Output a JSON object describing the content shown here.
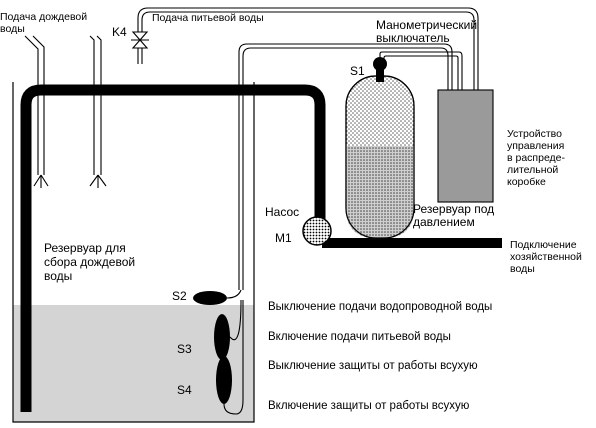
{
  "labels": {
    "rain_supply": [
      "Подача дождевой",
      "воды"
    ],
    "drinking_supply": "Подача питьевой воды",
    "valve_k4": "K4",
    "pressure_switch": [
      "Манометрический",
      "выключатель"
    ],
    "s1": "S1",
    "control_unit": [
      "Устройство",
      "управления",
      "в распреде-",
      "лительной",
      "коробке"
    ],
    "pump": "Насос",
    "m1": "M1",
    "pressure_tank": [
      "Резервуар под",
      "давлением"
    ],
    "household_connection": [
      "Подключение",
      "хозяйственной",
      "воды"
    ],
    "reservoir": [
      "Резервуар для",
      "сбора дождевой",
      "воды"
    ],
    "s2": "S2",
    "s3": "S3",
    "s4": "S4",
    "float_states": [
      "Выключение подачи водопроводной воды",
      "Включение подачи питьевой воды",
      "Выключение защиты от работы всухую",
      "Включение защиты от работы всухую"
    ]
  },
  "colors": {
    "pipe": "#000000",
    "water": "#d4d4d4",
    "tank_fill": "#cfcfcf",
    "control_unit": "#9a9a9a"
  }
}
